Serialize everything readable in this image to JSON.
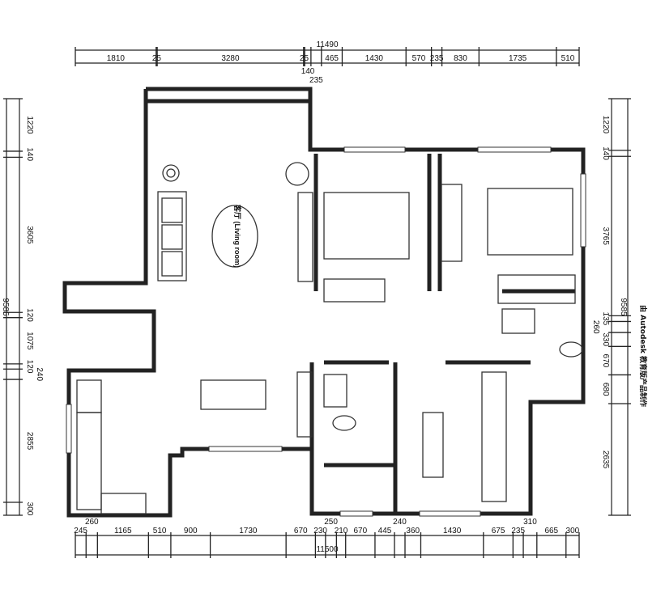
{
  "dimensions": {
    "top_total": "11490",
    "top_segments": [
      "1810",
      "25",
      "3280",
      "25",
      "140",
      "235",
      "465",
      "1430",
      "570",
      "235",
      "830",
      "1735",
      "510"
    ],
    "bottom_total": "11500",
    "bottom_segments": [
      "245",
      "260",
      "1165",
      "510",
      "900",
      "1730",
      "670",
      "230",
      "250",
      "210",
      "670",
      "445",
      "240",
      "360",
      "1430",
      "675",
      "235",
      "310",
      "665",
      "300"
    ],
    "left_total": "9585",
    "left_segments": [
      "1220",
      "140",
      "3605",
      "120",
      "1075",
      "120",
      "240",
      "2855",
      "300"
    ],
    "right_total": "9585",
    "right_segments": [
      "1220",
      "140",
      "3765",
      "135",
      "260",
      "330",
      "670",
      "680",
      "2635"
    ]
  },
  "rooms": {
    "living_room_label": "客厅 (Living room)"
  },
  "watermark": "由 Autodesk 教育版产品制作"
}
